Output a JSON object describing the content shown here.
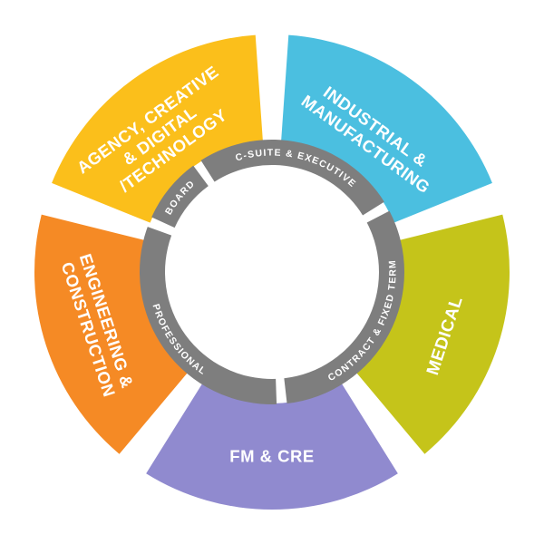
{
  "outer_ring": {
    "segments": [
      {
        "lines": [
          "INDUSTRIAL &",
          "MANUFACTURING"
        ],
        "color": "#4bbfe0"
      },
      {
        "lines": [
          "MEDICAL"
        ],
        "color": "#c5c41a"
      },
      {
        "lines": [
          "FM & CRE"
        ],
        "color": "#908acf"
      },
      {
        "lines": [
          "ENGINEERING &",
          "CONSTRUCTION"
        ],
        "color": "#f58a25"
      },
      {
        "lines": [
          "AGENCY, CREATIVE",
          "& DIGITAL",
          "/TECHNOLOGY"
        ],
        "color": "#fbbf1b"
      }
    ]
  },
  "inner_ring": {
    "color": "#7e7e7e",
    "segments": [
      {
        "label": "C-SUITE & EXECUTIVE"
      },
      {
        "label": "CONTRACT & FIXED TERM"
      },
      {
        "label": "PROFESSIONAL"
      },
      {
        "label": "BOARD"
      }
    ]
  }
}
